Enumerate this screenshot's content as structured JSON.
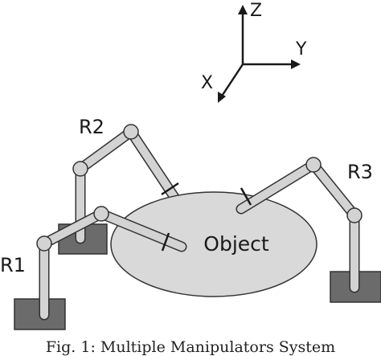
{
  "labels": {
    "object": "Object",
    "r1": "R1",
    "r2": "R2",
    "r3": "R3"
  },
  "axes": {
    "z": "Z",
    "y": "Y",
    "x": "X"
  },
  "caption": "Fig. 1: Multiple Manipulators System",
  "colors": {
    "object_fill": "#d9d9d9",
    "link_fill": "#d3d3d3",
    "base_fill": "#6b6b6b",
    "outline": "#333333"
  }
}
